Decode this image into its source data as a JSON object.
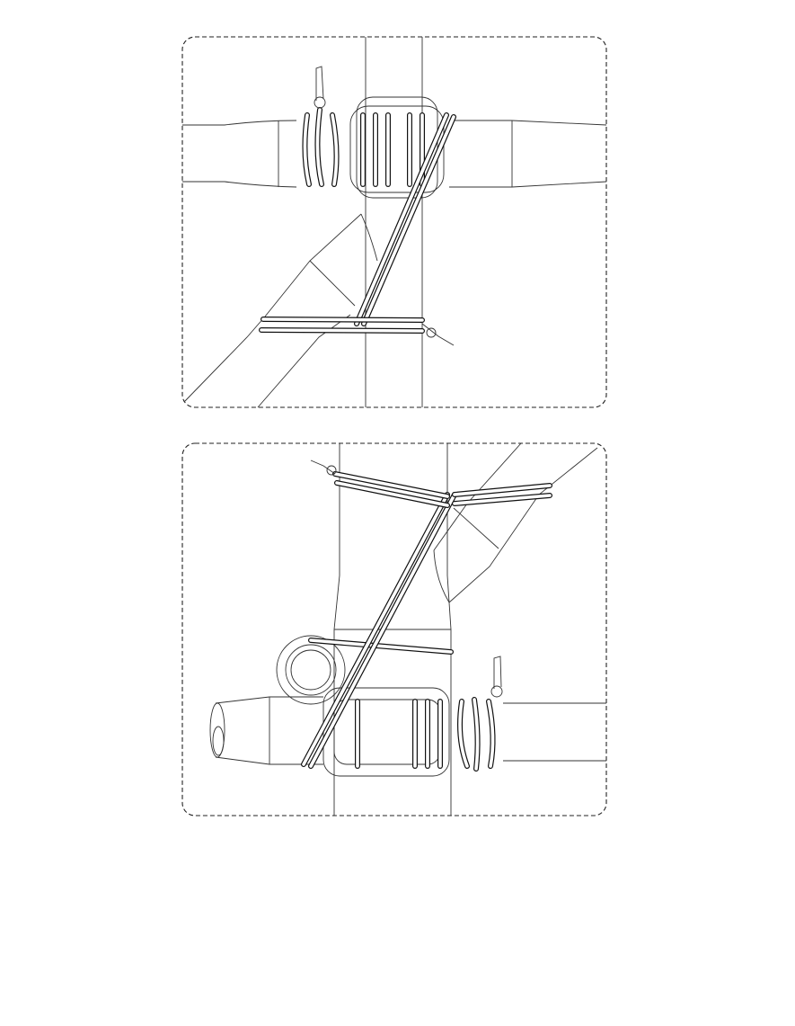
{
  "figure": {
    "panels": [
      {
        "name": "upper-panel",
        "content": "lashing-step-top"
      },
      {
        "name": "lower-panel",
        "content": "lashing-step-bottom"
      }
    ],
    "colors": {
      "line": "#333333",
      "rope_outline": "#111111",
      "background": "#ffffff"
    },
    "text_labels": []
  }
}
